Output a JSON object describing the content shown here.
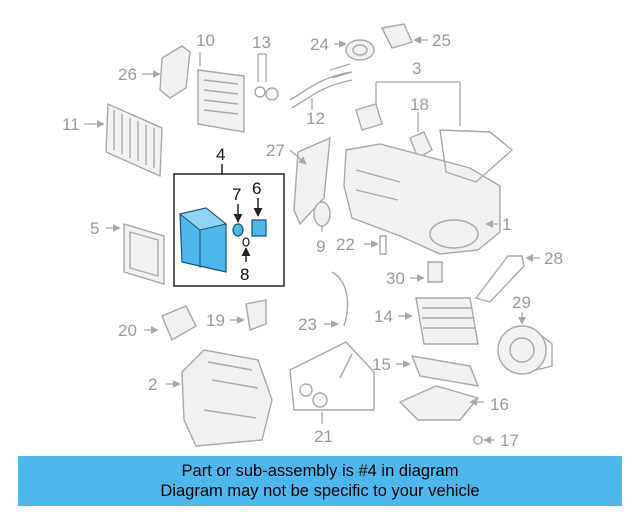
{
  "callouts": {
    "c1": "1",
    "c2": "2",
    "c3": "3",
    "c4": "4",
    "c5": "5",
    "c6": "6",
    "c7": "7",
    "c8": "8",
    "c9": "9",
    "c10": "10",
    "c11": "11",
    "c12": "12",
    "c13": "13",
    "c14": "14",
    "c15": "15",
    "c16": "16",
    "c17": "17",
    "c18": "18",
    "c19": "19",
    "c20": "20",
    "c21": "21",
    "c22": "22",
    "c23": "23",
    "c24": "24",
    "c25": "25",
    "c26": "26",
    "c27": "27",
    "c28": "28",
    "c29": "29",
    "c30": "30"
  },
  "highlight": {
    "part": "4",
    "color": "#4eb8ec"
  },
  "banner": {
    "line1": "Part or sub-assembly is #4 in diagram",
    "line2": "Diagram may not be specific to your vehicle",
    "color": "#4eb8ec"
  }
}
